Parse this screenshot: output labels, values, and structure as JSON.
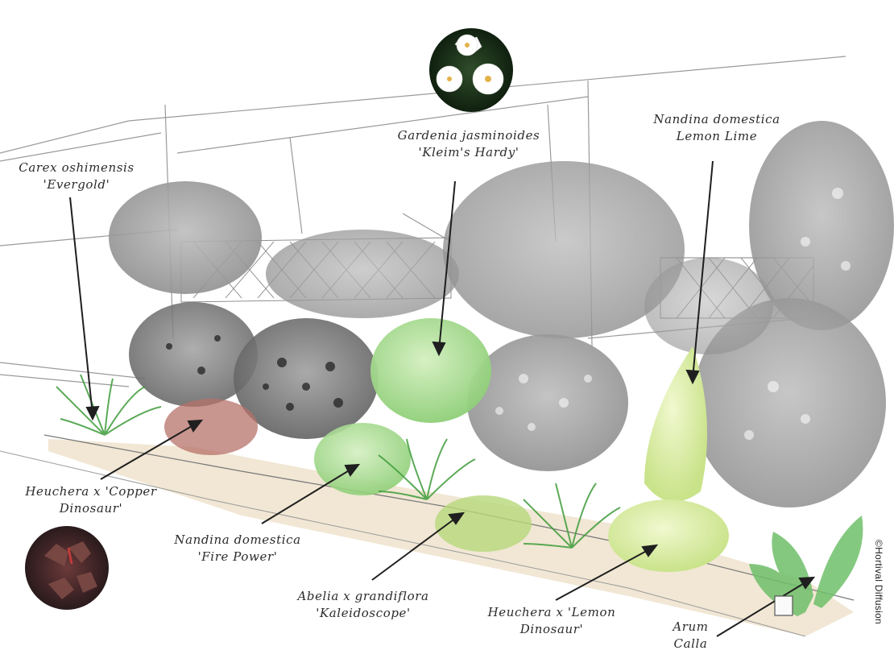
{
  "labels": {
    "gardenia": {
      "line1": "Gardenia jasminoides",
      "line2": "'Kleim's Hardy'"
    },
    "nandina_lemon": {
      "line1": "Nandina domestica",
      "line2": "Lemon Lime"
    },
    "carex": {
      "line1": "Carex oshimensis",
      "line2": "'Evergold'"
    },
    "heuchera_copper": {
      "line1": "Heuchera x 'Copper",
      "line2": "Dinosaur'"
    },
    "nandina_fire": {
      "line1": "Nandina domestica",
      "line2": "'Fire Power'"
    },
    "abelia": {
      "line1": "Abelia x grandiflora",
      "line2": "'Kaleidoscope'"
    },
    "heuchera_lemon": {
      "line1": "Heuchera x 'Lemon",
      "line2": "Dinosaur'"
    },
    "arum": {
      "line1": "Arum",
      "line2": "Calla"
    }
  },
  "credit": "©Hortival Diffusion",
  "colors": {
    "ink": "#2b2b2b",
    "foliage_gray": "#8e8e8e",
    "foliage_dark": "#3f3f3f",
    "green_light": "#a9d98a",
    "green_lime": "#d7ec9a",
    "green_mid": "#6fbf6a",
    "copper": "#b7716a",
    "soil": "#efe4cf"
  },
  "icons": {
    "gardenia_photo": "white-gardenia-flowers-photo",
    "heuchera_photo": "copper-heuchera-leaves-photo"
  }
}
